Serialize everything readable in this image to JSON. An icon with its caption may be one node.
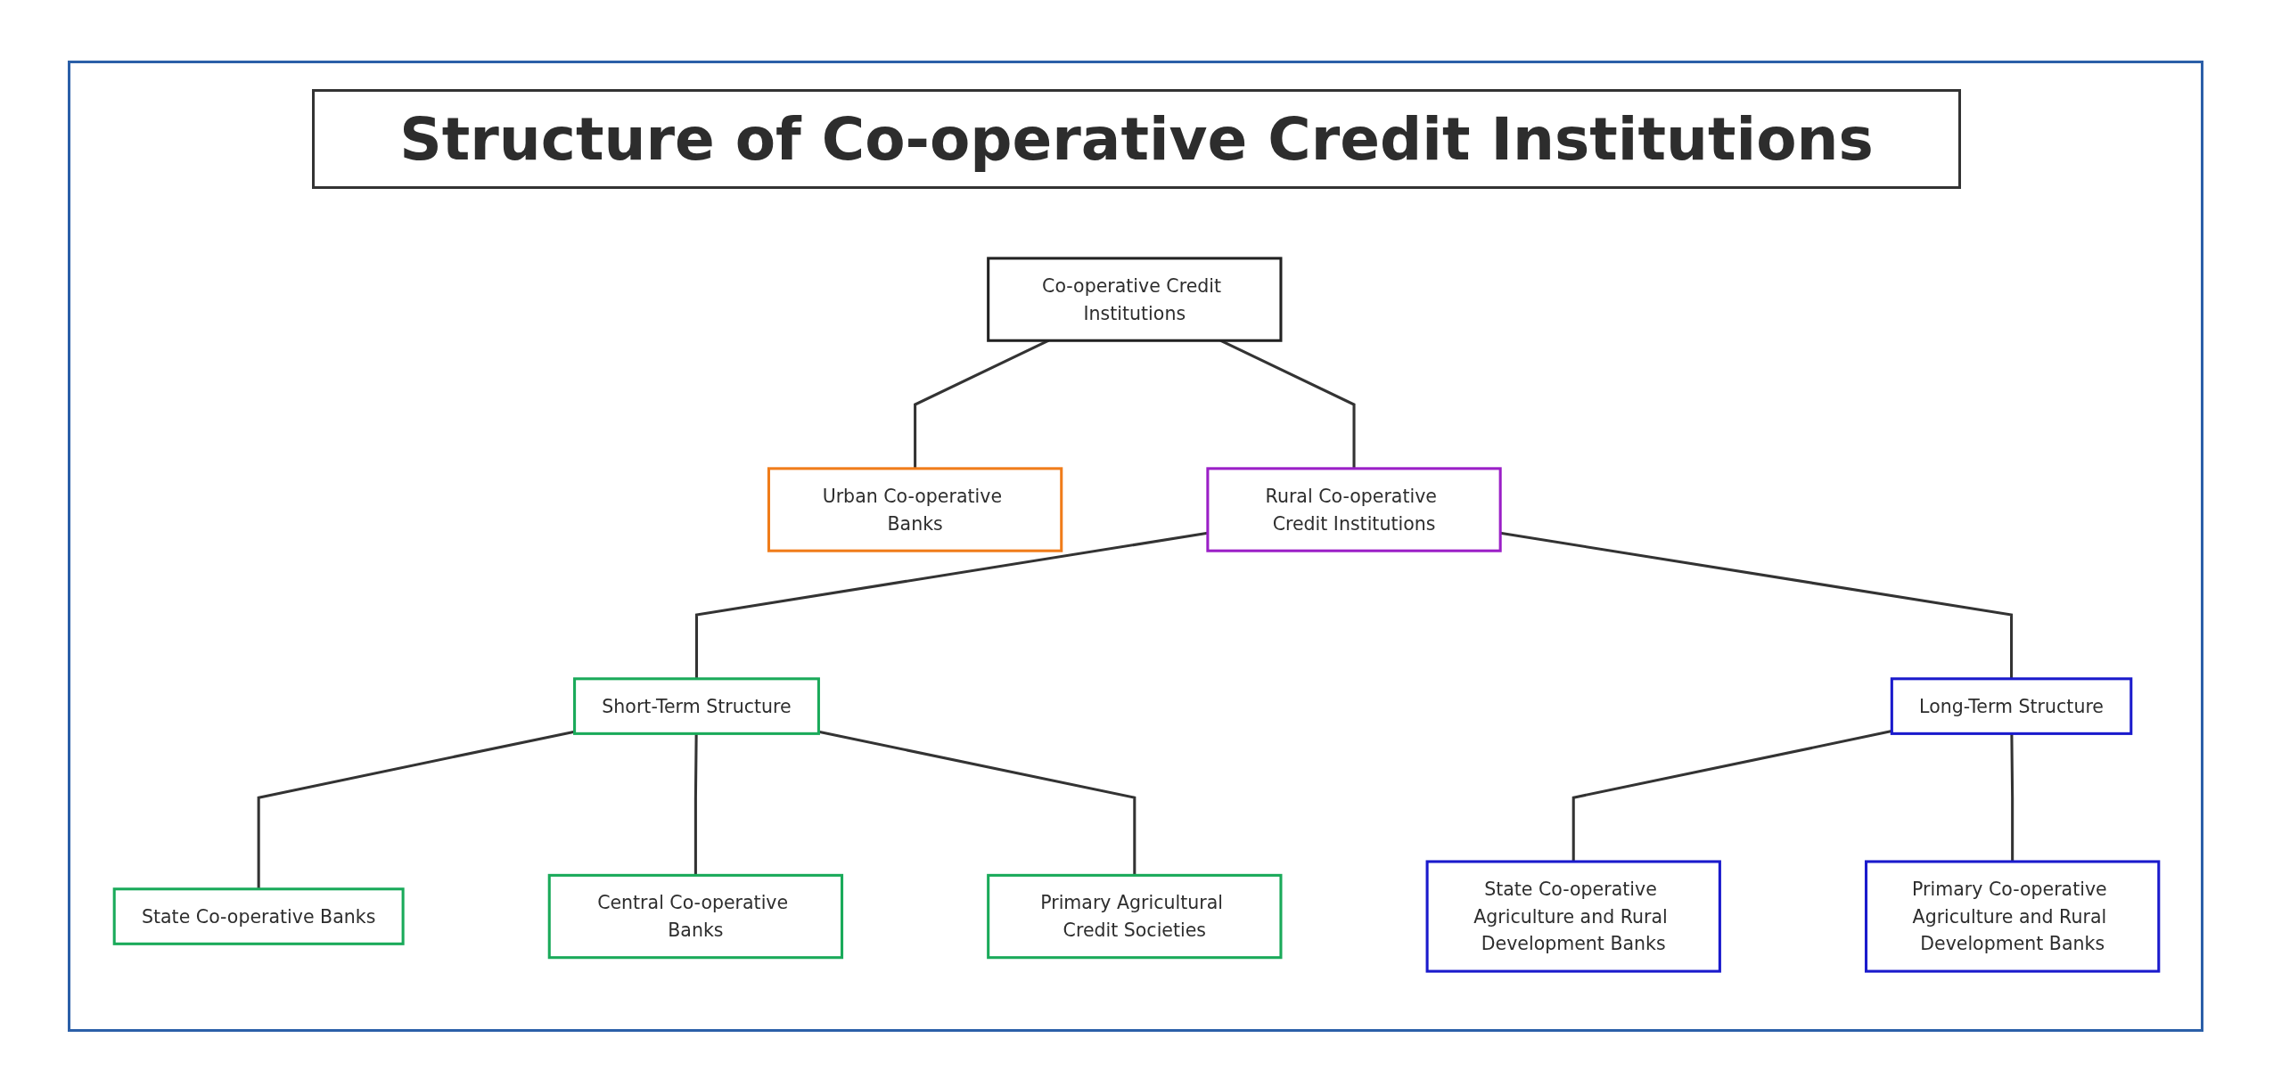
{
  "diagram": {
    "title": "Structure of Co-operative Credit Institutions",
    "nodes": [
      {
        "text": [
          "Co-operative Credit Institutions"
        ]
      },
      {
        "text": [
          "Urban Co-operative Banks"
        ]
      },
      {
        "text": [
          "Rural Co-operative Credit Institutions"
        ]
      },
      {
        "text": [
          "Short-Term Structure"
        ]
      },
      {
        "text": [
          "Long-Term Structure"
        ]
      },
      {
        "text": [
          "State Co-operative Banks"
        ]
      },
      {
        "text": [
          "Central Co-operative Banks"
        ]
      },
      {
        "text": [
          "Primary Agricultural Credit Societies"
        ]
      },
      {
        "text": [
          "State Co-operative Agriculture and Rural Development Banks"
        ]
      },
      {
        "text": [
          "Primary Co-operative Agriculture and Rural Development Banks"
        ]
      }
    ],
    "edges": [
      {
        "from": 0,
        "to": 1,
        "arrow": "none"
      },
      {
        "from": 0,
        "to": 2,
        "arrow": "none"
      },
      {
        "from": 2,
        "to": 3,
        "arrow": "none"
      },
      {
        "from": 2,
        "to": 4,
        "arrow": "none"
      },
      {
        "from": 3,
        "to": 5,
        "arrow": "none"
      },
      {
        "from": 3,
        "to": 6,
        "arrow": "none"
      },
      {
        "from": 3,
        "to": 7,
        "arrow": "none"
      },
      {
        "from": 4,
        "to": 8,
        "arrow": "none"
      },
      {
        "from": 4,
        "to": 9,
        "arrow": "none"
      }
    ]
  }
}
